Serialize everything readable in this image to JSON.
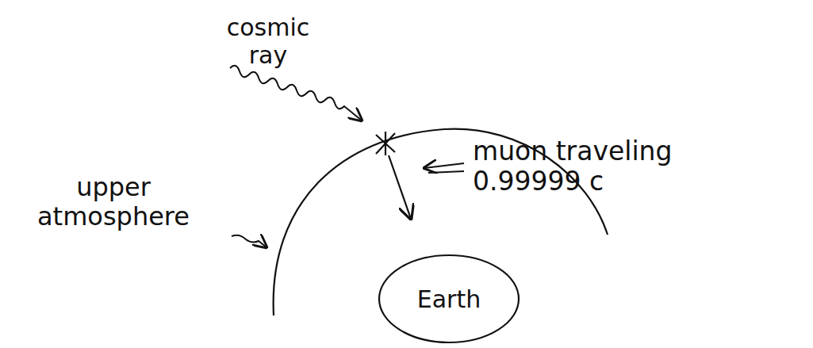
{
  "diagram": {
    "nodes": [
      {
        "text": [
          "Earth"
        ]
      }
    ],
    "labels": [
      "cosmic ray",
      "muon traveling 0.99999 c",
      "upper atmosphere"
    ]
  }
}
